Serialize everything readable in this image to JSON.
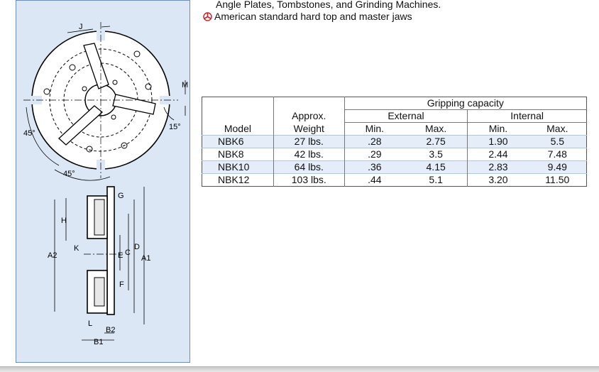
{
  "bullets": {
    "line1": "Angle Plates, Tombstones, and Grinding Machines.",
    "line2": "American standard hard top and master jaws",
    "icon": "three-jaw-chuck-icon",
    "icon_color": "#d0202a"
  },
  "diagram": {
    "labels": {
      "j": "J",
      "m": "M",
      "angle_45_left": "45°",
      "angle_45_bottom": "45°",
      "angle_15": "15°",
      "g": "G",
      "h": "H",
      "k": "K",
      "a2": "A2",
      "a1": "A1",
      "c": "C",
      "d": "D",
      "e": "E",
      "f": "F",
      "l": "L",
      "b1": "B1",
      "b2": "B2"
    },
    "background_color": "#dbe7f5"
  },
  "table": {
    "headers": {
      "model": "Model",
      "approx": "Approx.",
      "weight": "Weight",
      "gripping_capacity": "Gripping capacity",
      "external": "External",
      "internal": "Internal",
      "min": "Min.",
      "max": "Max."
    },
    "rows": [
      {
        "model": "NBK6",
        "weight": "27 lbs.",
        "ext_min": ".28",
        "ext_max": "2.75",
        "int_min": "1.90",
        "int_max": "5.5"
      },
      {
        "model": "NBK8",
        "weight": "42 lbs.",
        "ext_min": ".29",
        "ext_max": "3.5",
        "int_min": "2.44",
        "int_max": "7.48"
      },
      {
        "model": "NBK10",
        "weight": "64 lbs.",
        "ext_min": ".36",
        "ext_max": "4.15",
        "int_min": "2.83",
        "int_max": "9.49"
      },
      {
        "model": "NBK12",
        "weight": "103 lbs.",
        "ext_min": ".44",
        "ext_max": "5.1",
        "int_min": "3.20",
        "int_max": "11.50"
      }
    ],
    "stripe_color": "#e4edf8"
  }
}
